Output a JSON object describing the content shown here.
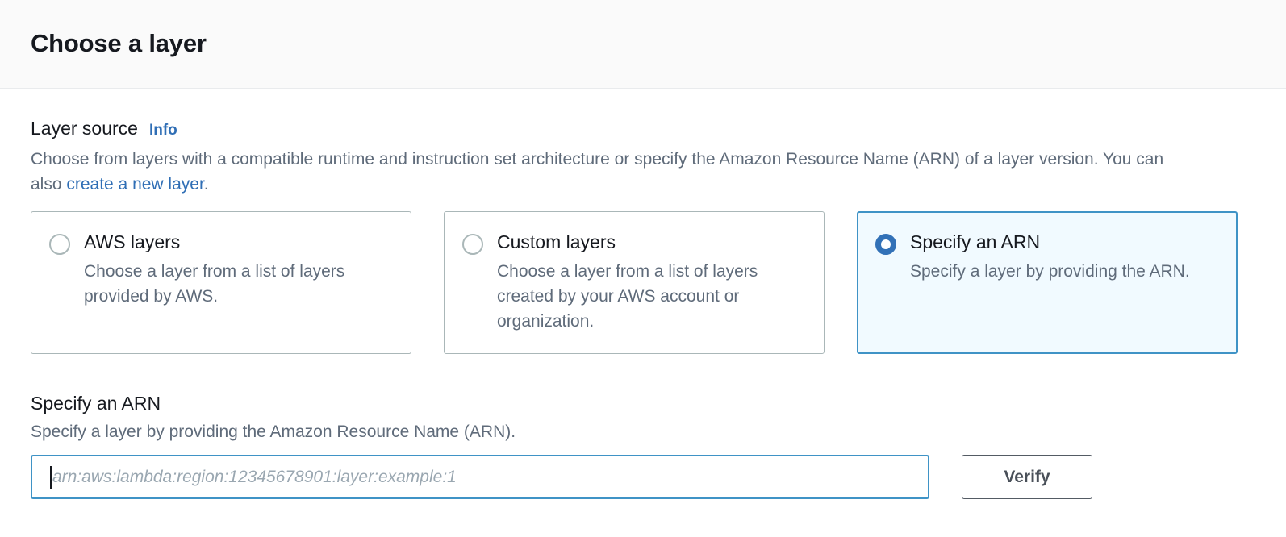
{
  "header": {
    "title": "Choose a layer"
  },
  "layer_source": {
    "label": "Layer source",
    "info_label": "Info",
    "description_part1": "Choose from layers with a compatible runtime and instruction set architecture or specify the Amazon Resource Name (ARN) of a layer version. You can also ",
    "description_link": "create a new layer",
    "description_part2": ".",
    "options": [
      {
        "title": "AWS layers",
        "description": "Choose a layer from a list of layers provided by AWS.",
        "selected": false
      },
      {
        "title": "Custom layers",
        "description": "Choose a layer from a list of layers created by your AWS account or organization.",
        "selected": false
      },
      {
        "title": "Specify an ARN",
        "description": "Specify a layer by providing the ARN.",
        "selected": true
      }
    ]
  },
  "arn_section": {
    "title": "Specify an ARN",
    "description": "Specify a layer by providing the Amazon Resource Name (ARN).",
    "input_value": "",
    "input_placeholder": "arn:aws:lambda:region:12345678901:layer:example:1",
    "verify_label": "Verify"
  },
  "colors": {
    "accent_blue": "#2f6eb5",
    "selected_border": "#3f93c6",
    "selected_bg": "#f1faff",
    "radio_fill": "#3271b7",
    "card_border": "#aab7b8",
    "text_primary": "#16191f",
    "text_secondary": "#5f6b7a",
    "header_bg": "#fafafa",
    "button_border": "#545b64"
  }
}
